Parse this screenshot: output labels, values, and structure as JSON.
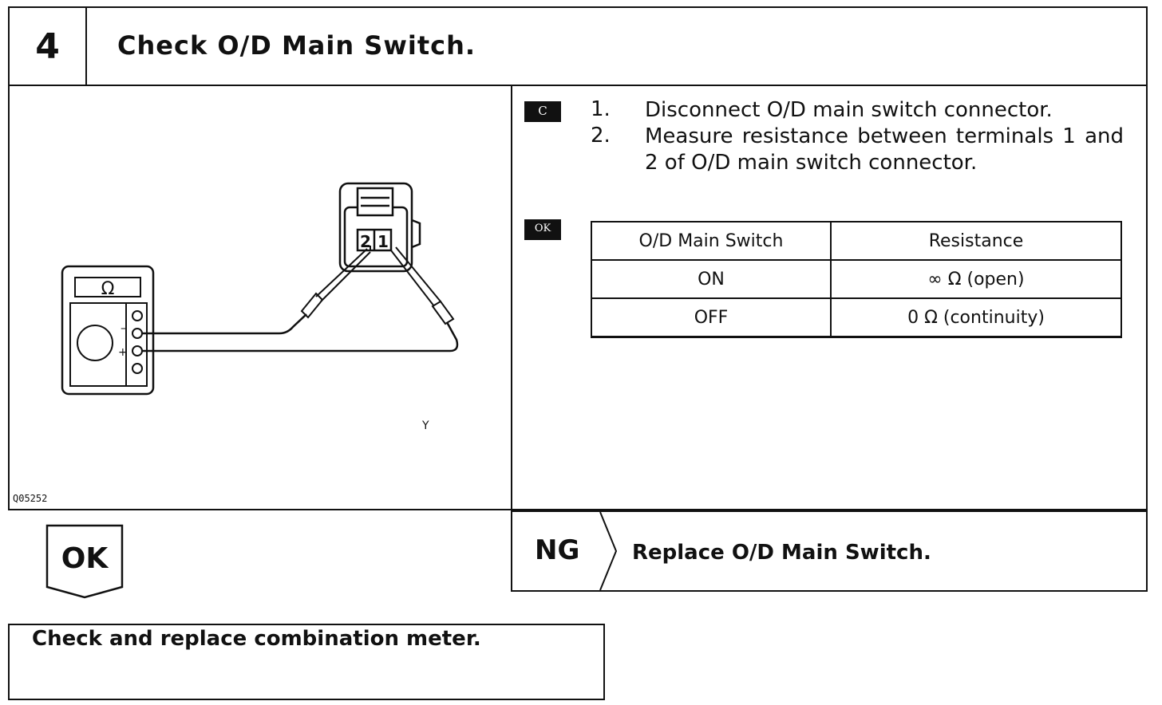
{
  "header": {
    "step_number": "4",
    "title": "Check O/D Main Switch."
  },
  "figure": {
    "meter_symbol": "Ω",
    "meter_minus": "–",
    "meter_plus": "+",
    "terminal_2": "2",
    "terminal_1": "1",
    "marker": "Y",
    "code": "Q05252"
  },
  "instructions": {
    "tag_c": "C",
    "tag_ok": "OK",
    "steps": [
      {
        "num": "1.",
        "text": "Disconnect O/D main switch connector."
      },
      {
        "num": "2.",
        "text": "Measure resistance between terminals 1 and 2 of O/D main switch connector."
      }
    ]
  },
  "table": {
    "headers": [
      "O/D Main Switch",
      "Resistance"
    ],
    "rows": [
      [
        "ON",
        "∞ Ω (open)"
      ],
      [
        "OFF",
        "0 Ω (continuity)"
      ]
    ]
  },
  "ok_branch": {
    "label": "OK"
  },
  "ng_branch": {
    "label": "NG",
    "action": "Replace O/D Main Switch."
  },
  "final_step": {
    "text": "Check and replace combination meter."
  }
}
